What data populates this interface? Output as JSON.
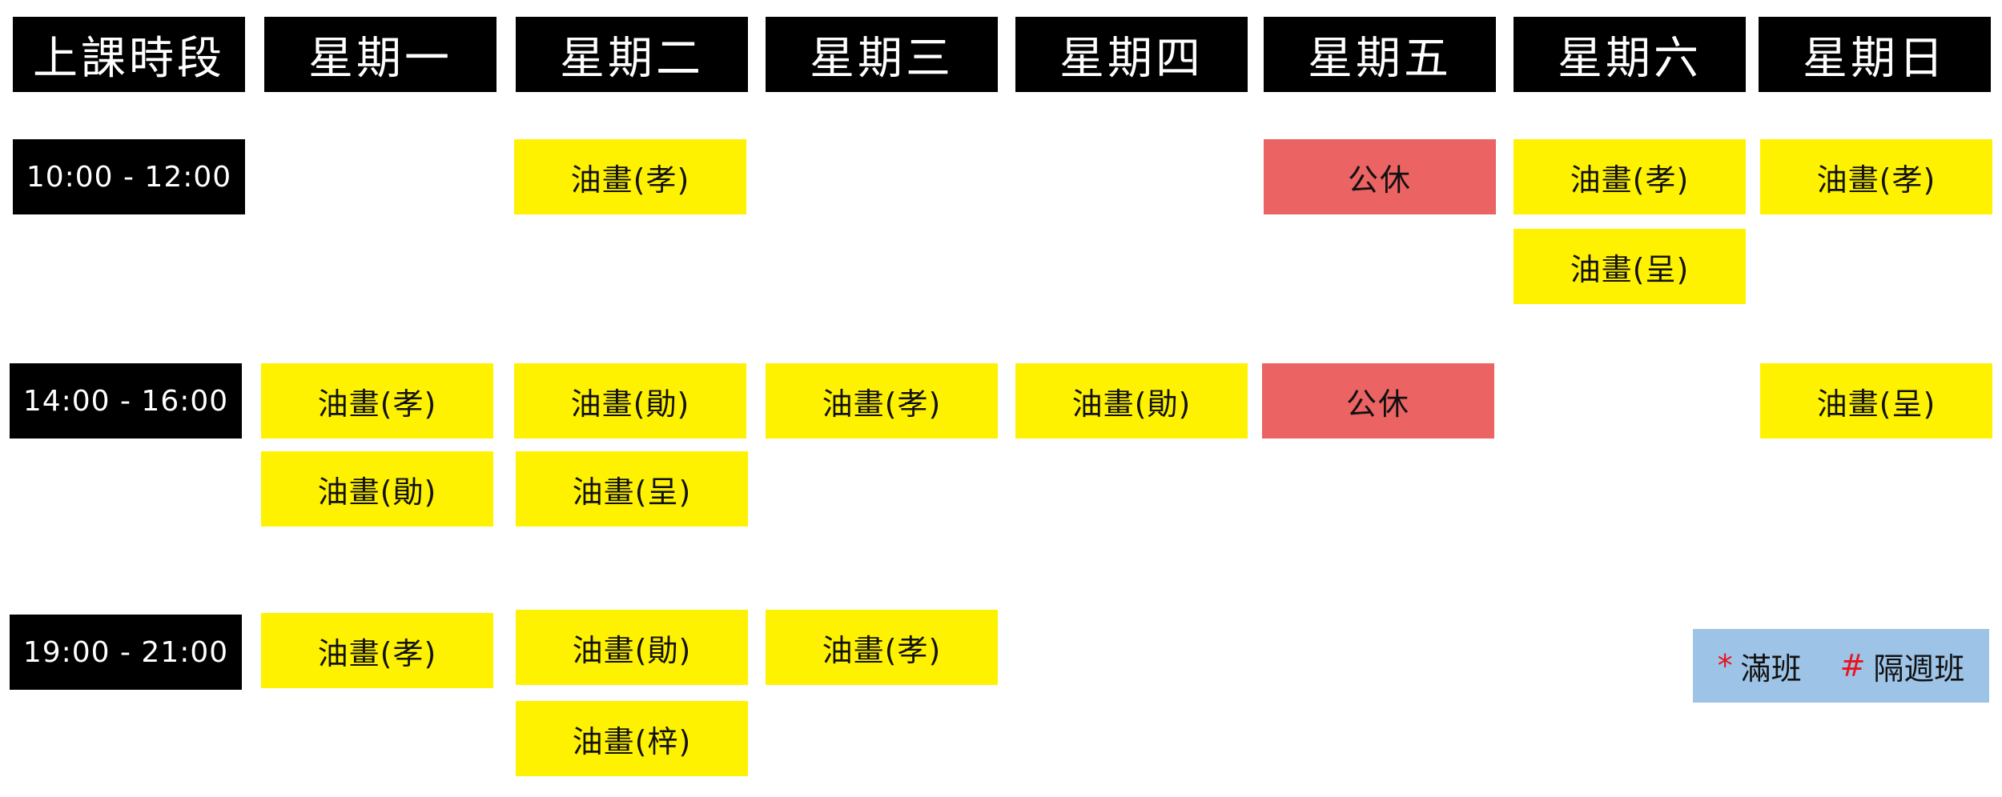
{
  "headers": {
    "time_slot": "上課時段",
    "mon": "星期一",
    "tue": "星期二",
    "wed": "星期三",
    "thu": "星期四",
    "fri": "星期五",
    "sat": "星期六",
    "sun": "星期日"
  },
  "slots": {
    "morning": "10:00 - 12:00",
    "afternoon": "14:00 - 16:00",
    "evening": "19:00 - 21:00"
  },
  "morning": {
    "tue": [
      "油畫(孝)"
    ],
    "fri": [
      "公休"
    ],
    "sat": [
      "油畫(孝)",
      "油畫(呈)"
    ],
    "sun": [
      "油畫(孝)"
    ]
  },
  "afternoon": {
    "mon": [
      "油畫(孝)",
      "油畫(勛)"
    ],
    "tue": [
      "油畫(勛)",
      "油畫(呈)"
    ],
    "wed": [
      "油畫(孝)"
    ],
    "thu": [
      "油畫(勛)"
    ],
    "fri": [
      "公休"
    ],
    "sun": [
      "油畫(呈)"
    ]
  },
  "evening": {
    "mon": [
      "油畫(孝)"
    ],
    "tue": [
      "油畫(勛)",
      "油畫(梓)"
    ],
    "wed": [
      "油畫(孝)"
    ]
  },
  "legend": {
    "full_mark": "*",
    "full_label": "滿班",
    "alt_mark": "#",
    "alt_label": "隔週班"
  },
  "colors": {
    "header_bg": "#000000",
    "class_bg": "#FFF200",
    "holiday_bg": "#EB6363",
    "legend_bg": "#9DC3E6",
    "legend_mark": "#E8141E"
  }
}
